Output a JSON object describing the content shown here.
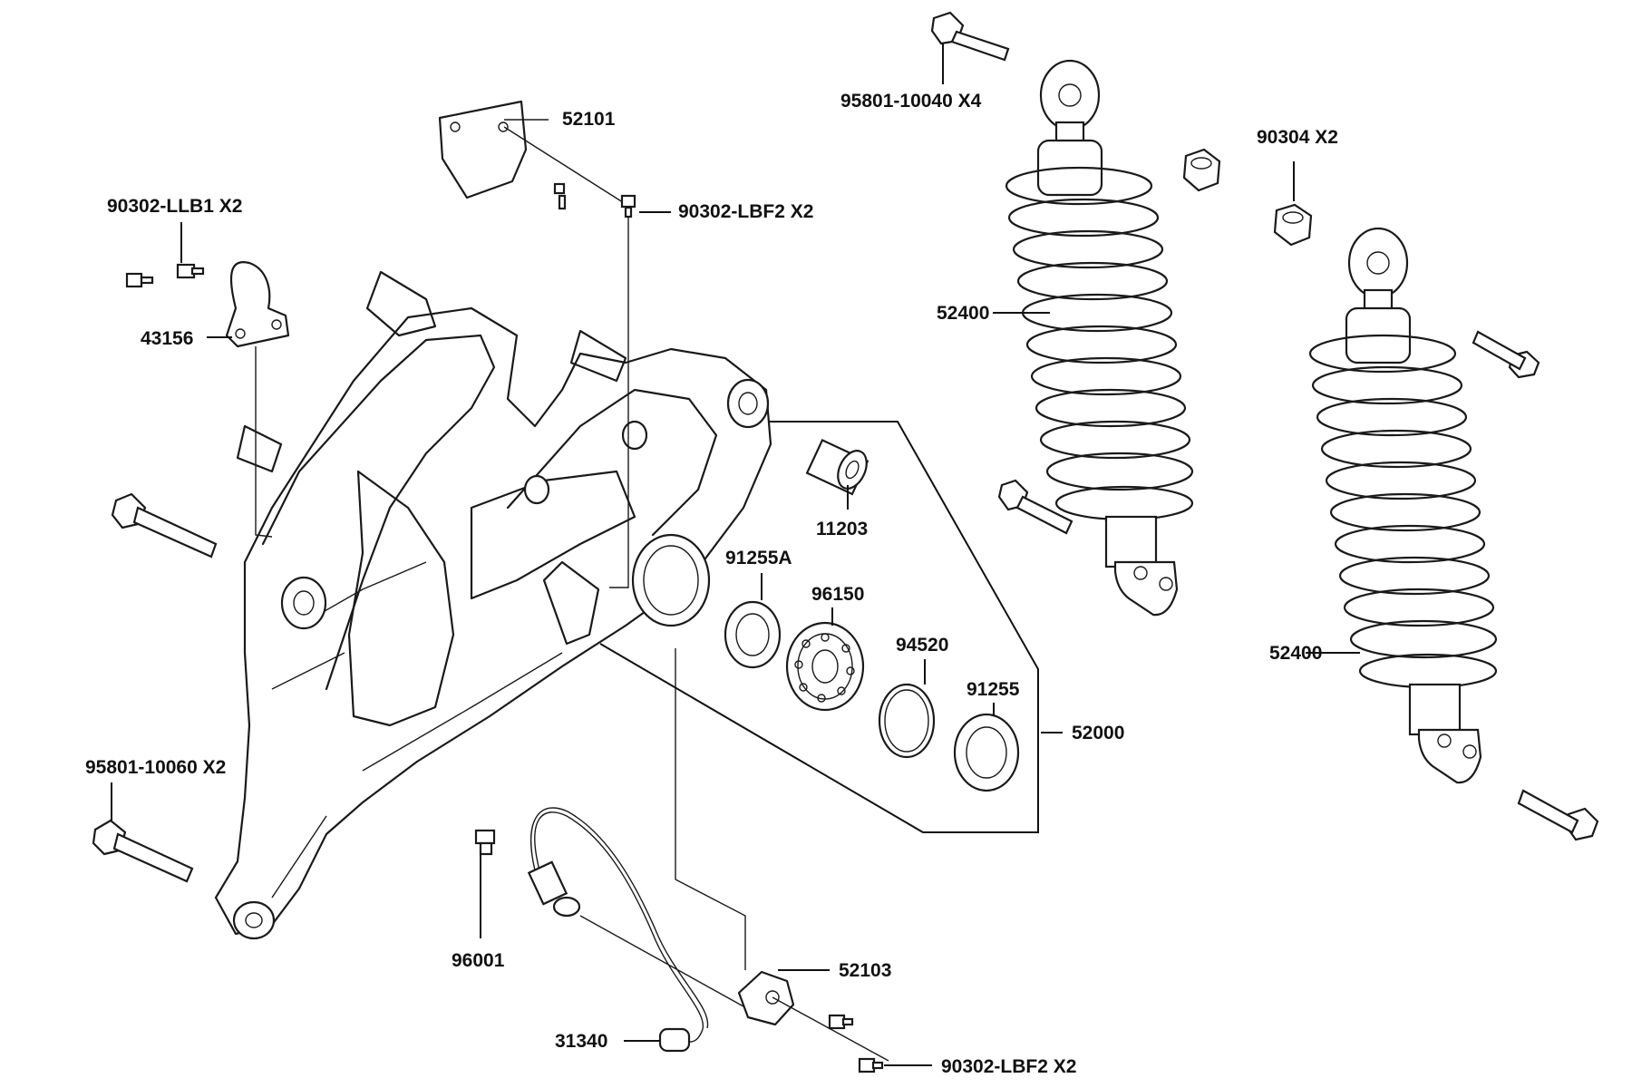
{
  "labels": {
    "p95801_10040": "95801-10040 X4",
    "p52101": "52101",
    "p90302_lbf2_top": "90302-LBF2 X2",
    "p90302_llb1": "90302-LLB1 X2",
    "p43156": "43156",
    "p90304": "90304   X2",
    "p52400_a": "52400",
    "p52400_b": "52400",
    "p11203": "11203",
    "p91255a": "91255A",
    "p96150": "96150",
    "p94520": "94520",
    "p91255": "91255",
    "p52000": "52000",
    "p95801_10060": "95801-10060 X2",
    "p96001": "96001",
    "p52103": "52103",
    "p31340": "31340",
    "p90302_lbf2_bottom": "90302-LBF2 X2"
  },
  "colors": {
    "line": "#1a1a1a",
    "background": "#ffffff"
  }
}
